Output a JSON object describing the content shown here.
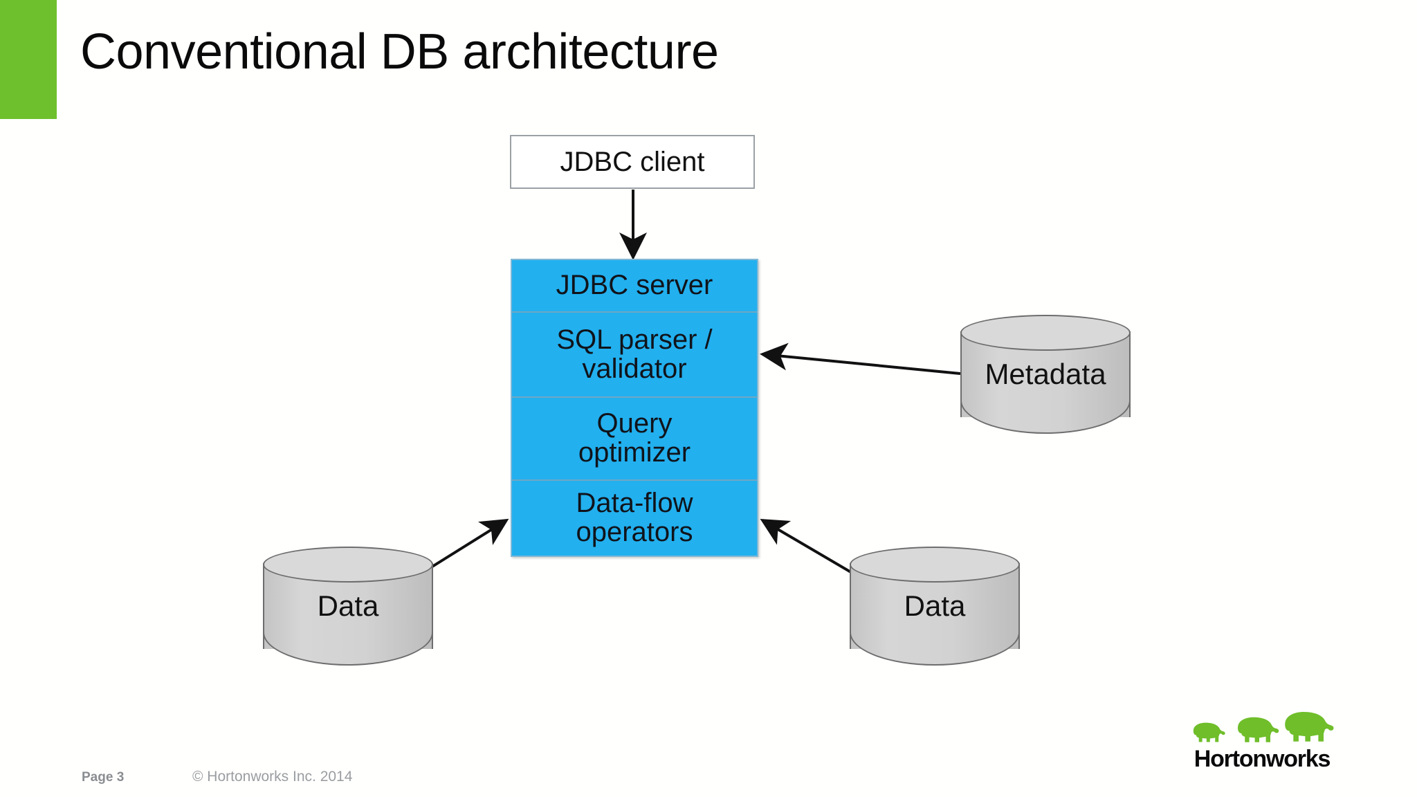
{
  "slide": {
    "title": "Conventional DB architecture",
    "accent_color": "#6ec02c",
    "background_color": "#fffffd"
  },
  "diagram": {
    "type": "block-diagram",
    "client": {
      "label": "JDBC client",
      "fill": "#ffffff",
      "border": "#9aa0a6"
    },
    "server_stack": {
      "fill": "#22b0ef",
      "divider_color": "#6fa7c4",
      "rows": [
        {
          "label": "JDBC server"
        },
        {
          "label": "SQL parser /\nvalidator"
        },
        {
          "label": "Query\noptimizer"
        },
        {
          "label": "Data-flow\noperators"
        }
      ]
    },
    "stores": [
      {
        "label": "Metadata",
        "fill": "#d2d2d2"
      },
      {
        "label": "Data",
        "fill": "#d2d2d2"
      },
      {
        "label": "Data",
        "fill": "#d2d2d2"
      }
    ],
    "connections": [
      {
        "from": "JDBC client",
        "to": "JDBC server",
        "arrow": "down"
      },
      {
        "from": "Metadata",
        "to": "SQL parser / validator",
        "arrow": "left"
      },
      {
        "from": "Data",
        "to": "Data-flow operators",
        "arrow": "up-right"
      },
      {
        "from": "Data",
        "to": "Data-flow operators",
        "arrow": "up-left"
      }
    ]
  },
  "footer": {
    "page_label": "Page 3",
    "copyright": "© Hortonworks Inc. 2014"
  },
  "logo": {
    "wordmark": "Hortonworks",
    "elephant_color": "#6fbe2a",
    "wordmark_color": "#0b0b0b"
  }
}
